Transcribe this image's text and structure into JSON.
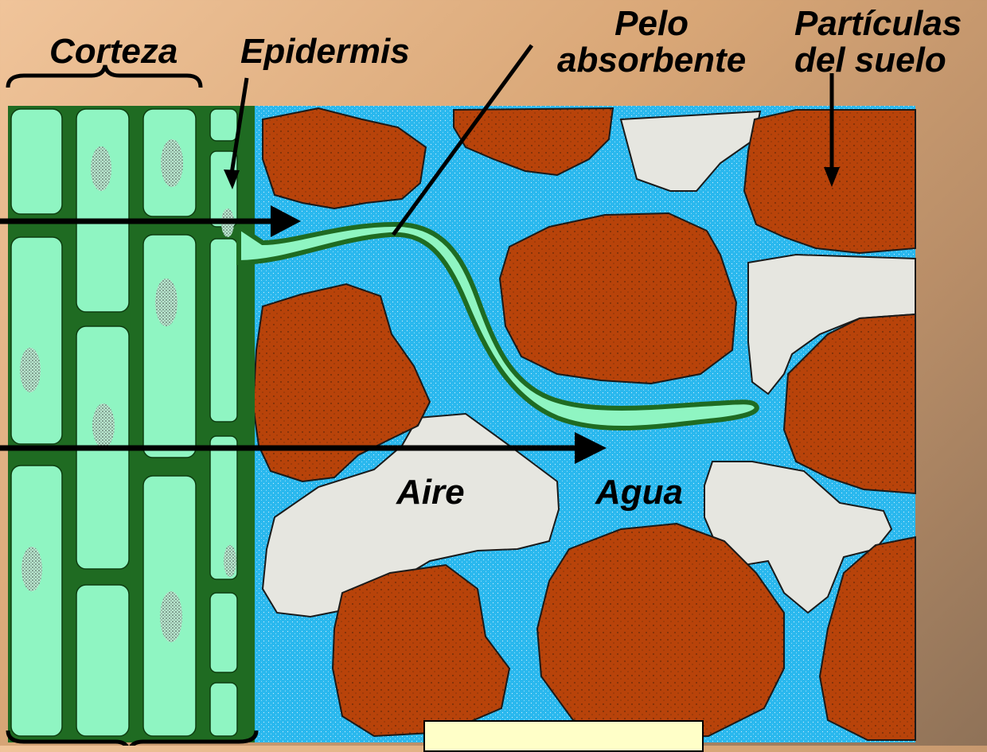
{
  "labels": {
    "corteza": "Corteza",
    "epidermis": "Epidermis",
    "pelo": "Pelo\nabsorbente",
    "particulas": "Partículas\ndel suelo",
    "aire": "Aire",
    "agua": "Agua"
  },
  "colors": {
    "water": "#2ab8ee",
    "soil": "#b8430a",
    "air": "#e6e6e0",
    "cell": "#8ff5c2",
    "cell_wall": "#1f6b22"
  }
}
